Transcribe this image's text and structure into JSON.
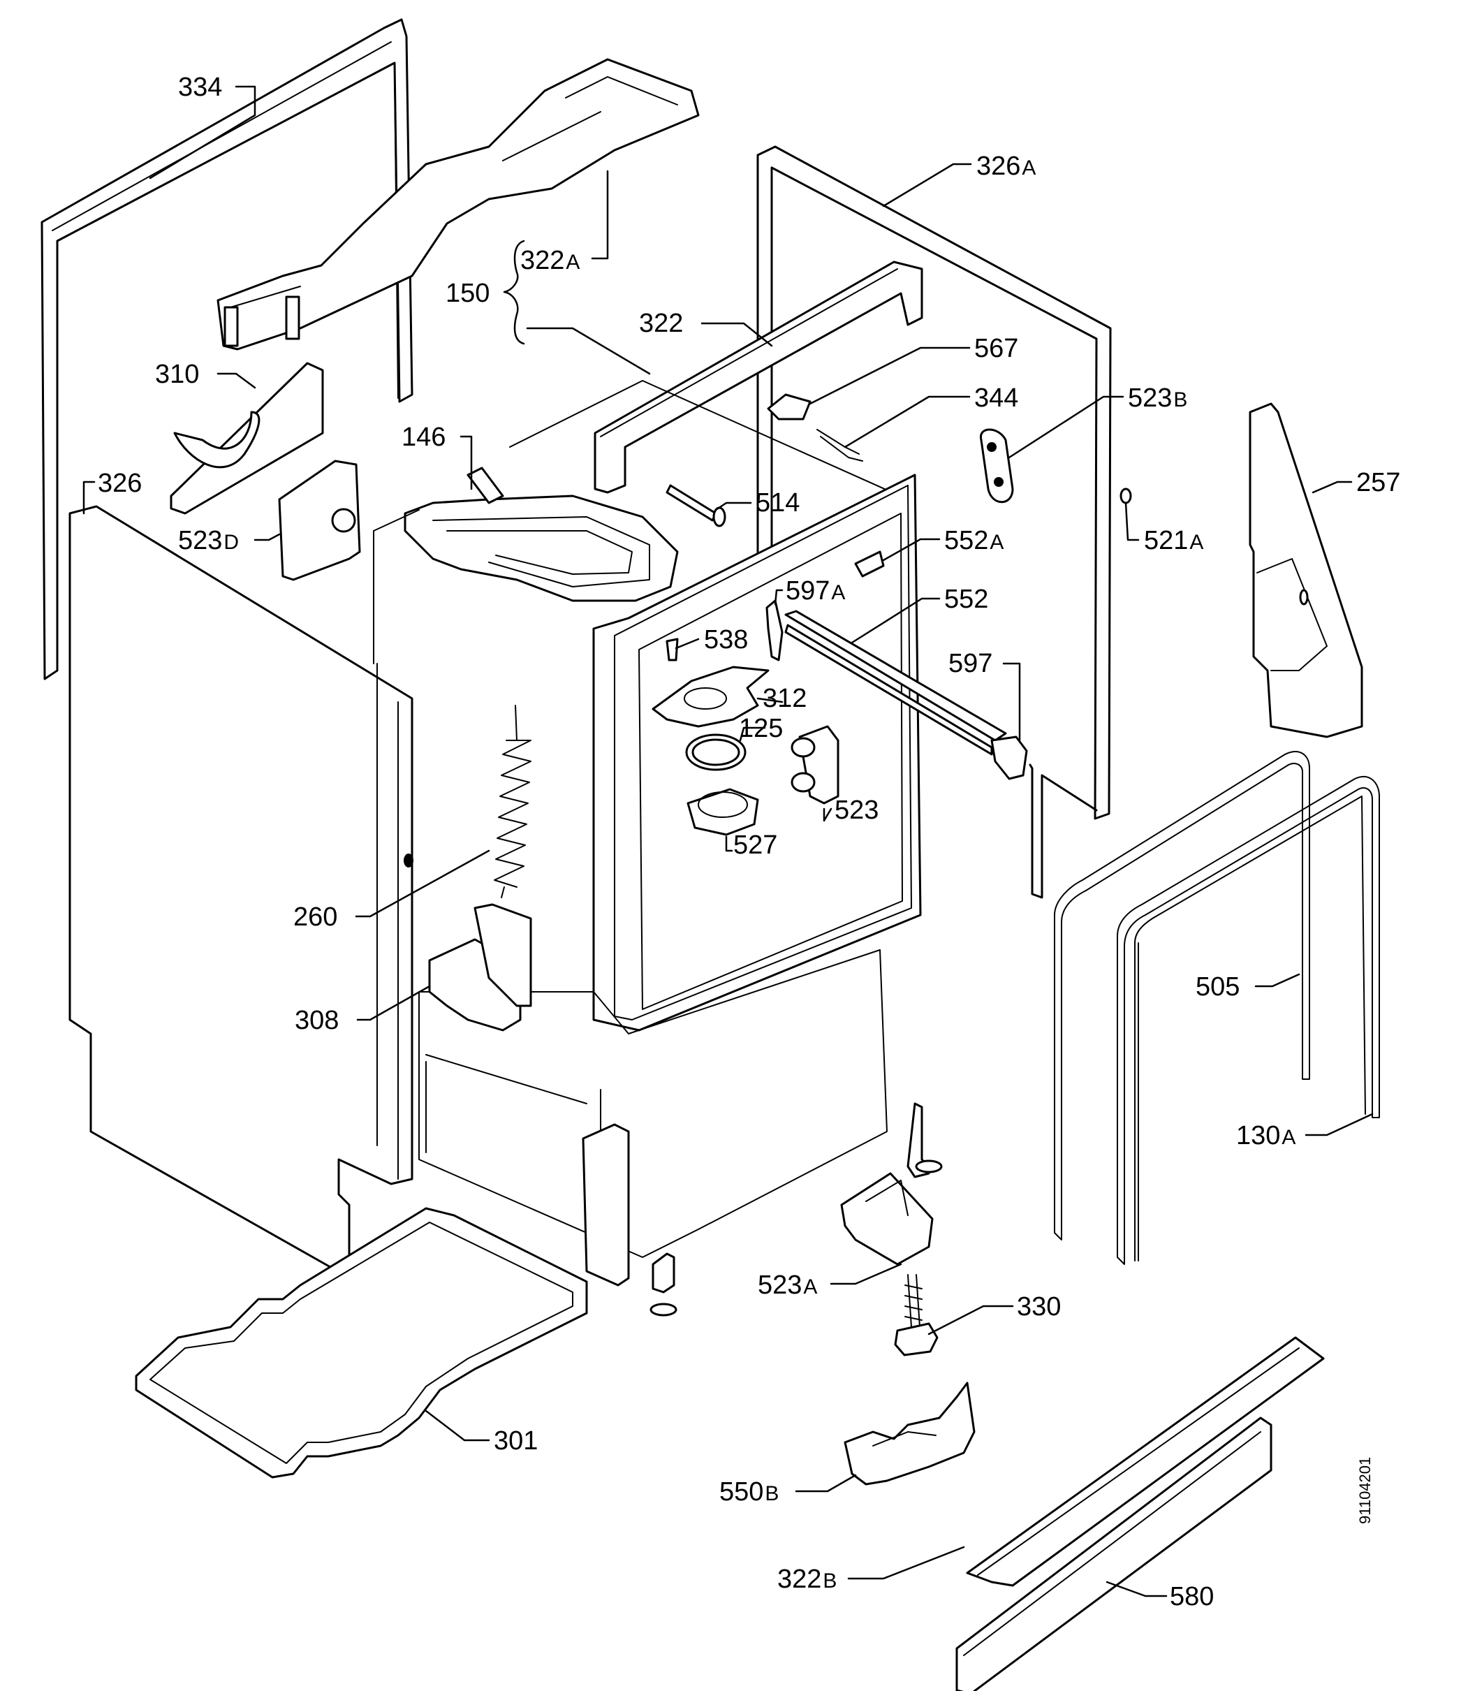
{
  "labels": {
    "p334": "334",
    "p322a": "322",
    "p322a_sfx": "A",
    "p150": "150",
    "p322": "322",
    "p326a": "326",
    "p326a_sfx": "A",
    "p310": "310",
    "p567": "567",
    "p344": "344",
    "p523b": "523",
    "p523b_sfx": "B",
    "p146": "146",
    "p326": "326",
    "p514": "514",
    "p257": "257",
    "p523d": "523",
    "p523d_sfx": "D",
    "p552a": "552",
    "p552a_sfx": "A",
    "p521a": "521",
    "p521a_sfx": "A",
    "p597a": "597",
    "p597a_sfx": "A",
    "p552": "552",
    "p538": "538",
    "p597": "597",
    "p312": "312",
    "p125": "125",
    "p523": "523",
    "p527": "527",
    "p260": "260",
    "p505": "505",
    "p308": "308",
    "p130a": "130",
    "p130a_sfx": "A",
    "p523a": "523",
    "p523a_sfx": "A",
    "p330": "330",
    "p301": "301",
    "p550b": "550",
    "p550b_sfx": "B",
    "p322b": "322",
    "p322b_sfx": "B",
    "p580": "580",
    "doc_id": "91104201"
  }
}
